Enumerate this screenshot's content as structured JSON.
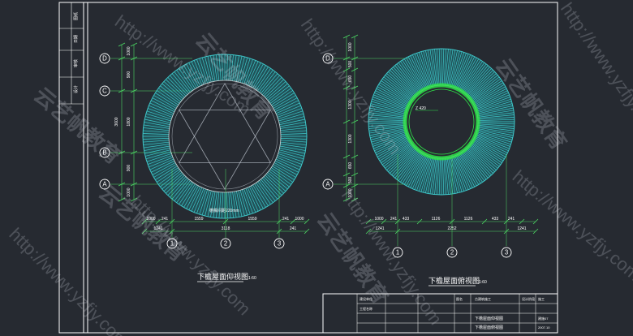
{
  "colors": {
    "background": "#262a31",
    "frame": "#ffffff",
    "dimension": "#4cd964",
    "bubble": "#ffffff",
    "tile_ring": "#3ec7c9",
    "tile_edge": "#ffffff",
    "inner_ring": "#2fe04a",
    "rafter": "#cfd6e0",
    "title_text": "#ffffff",
    "watermark": "#d8dde6"
  },
  "side_strip": {
    "labels": [
      "图纸",
      "日期",
      "审核",
      "设计"
    ]
  },
  "left_view": {
    "title": "下檐屋面仰视图",
    "scale": "1:60",
    "grid_rows": [
      "D",
      "C",
      "B",
      "A"
    ],
    "left_dims_outer": [
      "1000",
      "900",
      "1800",
      "900",
      "1000"
    ],
    "left_dim_total": "3600",
    "grid_cols": [
      "1",
      "2",
      "3"
    ],
    "dims_row1": [
      "1000",
      "241",
      "1559",
      "1559",
      "241",
      "1000"
    ],
    "dims_row2": [
      "1241",
      "3118",
      "241"
    ],
    "note": "檐椽间距220mm"
  },
  "right_view": {
    "title": "下檐屋面俯视图",
    "scale": "1:60",
    "grid_rows": [
      "D",
      "A"
    ],
    "left_dims_outer": [
      "1000",
      "500",
      "650",
      "1300",
      "1300",
      "650",
      "500",
      "1000"
    ],
    "inner_label": "Z 420",
    "grid_cols": [
      "1",
      "2",
      "3"
    ],
    "dims_row1": [
      "1000",
      "241",
      "433",
      "1126",
      "1126",
      "433",
      "241"
    ],
    "dims_row2": [
      "1241",
      "2252",
      "1241"
    ]
  },
  "title_block": {
    "cells": [
      "建设单位",
      "工程名称",
      "图名",
      "设计阶段"
    ],
    "project_name": "古建筑施工",
    "phase": "施工",
    "drawing_titles": [
      "下檐屋面仰视图",
      "下檐屋面俯视图"
    ],
    "drawing_no": "建施07",
    "date": "2007.10"
  },
  "watermarks": {
    "url": "http://www.yzfjy.com",
    "brand": "云艺帆教育"
  }
}
